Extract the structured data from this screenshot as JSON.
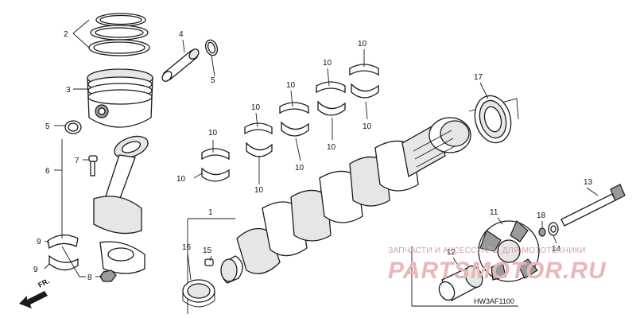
{
  "diagram": {
    "code": "HW3AF1100",
    "direction_label": "FR.",
    "watermark_top": "ЗАПЧАСТИ И АКСЕССУАРЫ ДЛЯ МОТОТЕХНИКИ",
    "watermark_logo": "PARTSMOTOR.RU",
    "callouts": [
      {
        "id": "1",
        "label": "1"
      },
      {
        "id": "2",
        "label": "2"
      },
      {
        "id": "3",
        "label": "3"
      },
      {
        "id": "4",
        "label": "4"
      },
      {
        "id": "5a",
        "label": "5"
      },
      {
        "id": "5b",
        "label": "5"
      },
      {
        "id": "6",
        "label": "6"
      },
      {
        "id": "7",
        "label": "7"
      },
      {
        "id": "8",
        "label": "8"
      },
      {
        "id": "9a",
        "label": "9"
      },
      {
        "id": "9b",
        "label": "9"
      },
      {
        "id": "10a",
        "label": "10"
      },
      {
        "id": "10b",
        "label": "10"
      },
      {
        "id": "10c",
        "label": "10"
      },
      {
        "id": "10d",
        "label": "10"
      },
      {
        "id": "10e",
        "label": "10"
      },
      {
        "id": "10f",
        "label": "10"
      },
      {
        "id": "10g",
        "label": "10"
      },
      {
        "id": "10h",
        "label": "10"
      },
      {
        "id": "10i",
        "label": "10"
      },
      {
        "id": "10j",
        "label": "10"
      },
      {
        "id": "10k",
        "label": "10"
      },
      {
        "id": "10l",
        "label": "10"
      },
      {
        "id": "11",
        "label": "11"
      },
      {
        "id": "12",
        "label": "12"
      },
      {
        "id": "13",
        "label": "13"
      },
      {
        "id": "14",
        "label": "14"
      },
      {
        "id": "15",
        "label": "15"
      },
      {
        "id": "16",
        "label": "16"
      },
      {
        "id": "17",
        "label": "17"
      },
      {
        "id": "18",
        "label": "18"
      }
    ]
  }
}
